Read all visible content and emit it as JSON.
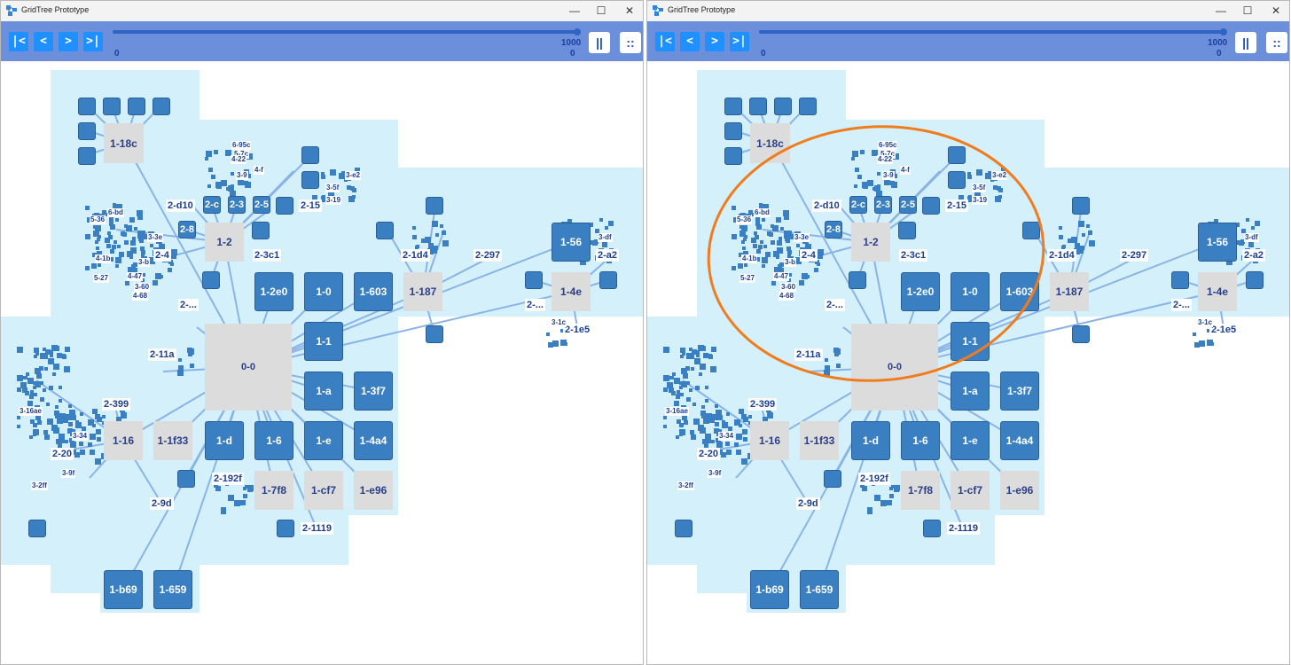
{
  "window": {
    "title": "GridTree Prototype",
    "minimize": "—",
    "maximize": "☐",
    "close": "✕"
  },
  "toolbar": {
    "first_label": "|<",
    "prev_label": "<",
    "next_label": ">",
    "last_label": ">|",
    "slider_min": "0",
    "slider_max": "1000",
    "slider_value": "0",
    "slider_position": 1.0,
    "pause_label": "||",
    "layout_label": "::"
  },
  "colors": {
    "toolbar": "#6b8fdb",
    "button": "#1e90ff",
    "region": "#d3f0fb",
    "node_blue": "#3a7fc1",
    "node_gray": "#dcdcdc",
    "edge": "#8ab4e6",
    "annotation": "#f07c1e"
  },
  "graph": {
    "root": "0-0",
    "depth1_blue": [
      "1-2e0",
      "1-0",
      "1-603",
      "1-1",
      "1-a",
      "1-3f7",
      "1-d",
      "1-6",
      "1-e",
      "1-4a4",
      "1-56",
      "1-b69",
      "1-659"
    ],
    "depth1_gray": [
      "1-18c",
      "1-2",
      "1-187",
      "1-4e",
      "1-16",
      "1-1f33",
      "1-7f8",
      "1-cf7",
      "1-e96"
    ],
    "depth2_blue": [
      "2-c",
      "2-3",
      "2-5",
      "2-8"
    ],
    "depth2_labels": [
      "2-d10",
      "2-15",
      "2-3c1",
      "2-4",
      "2-11a",
      "2-1d4",
      "2-297",
      "2-a2",
      "2-1e5",
      "2-399",
      "2-20",
      "2-9d",
      "2-192f",
      "2-1119"
    ],
    "small_labels": [
      "6-95c",
      "5-7c",
      "4-22",
      "4-f",
      "3-9",
      "3-e2",
      "3-5f",
      "3-19",
      "3-df",
      "3-3e",
      "3-b",
      "3-60",
      "4-68",
      "4-47",
      "4-1b",
      "5-27",
      "5-36",
      "6-bd",
      "3-16ae",
      "3-2ff",
      "3-9f",
      "3-34",
      "3-1c"
    ]
  },
  "annotation": {
    "shape": "ellipse",
    "color": "#f07c1e",
    "window": "right"
  }
}
